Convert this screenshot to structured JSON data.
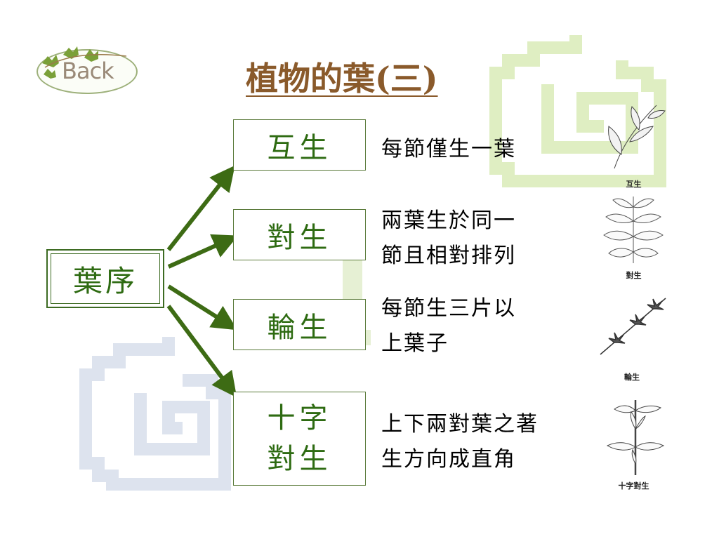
{
  "title": "植物的葉(三)",
  "back_button": {
    "label": "Back"
  },
  "root": {
    "label": "葉序"
  },
  "branches": [
    {
      "label": "互生",
      "description": "每節僅生一葉",
      "image_caption": "互生"
    },
    {
      "label": "對生",
      "description": "兩葉生於同一\n節且相對排列",
      "image_caption": "對生"
    },
    {
      "label": "輪生",
      "description": "每節生三片以\n上葉子",
      "image_caption": "輪生"
    },
    {
      "label": "十字\n對生",
      "description": "上下兩對葉之著\n生方向成直角",
      "image_caption": "十字對生"
    }
  ],
  "colors": {
    "title": "#8a5a2b",
    "box_text": "#2e6b12",
    "arrow": "#3d6b14",
    "deco_green": "#dfeec2",
    "deco_blue": "#dde3ee"
  }
}
